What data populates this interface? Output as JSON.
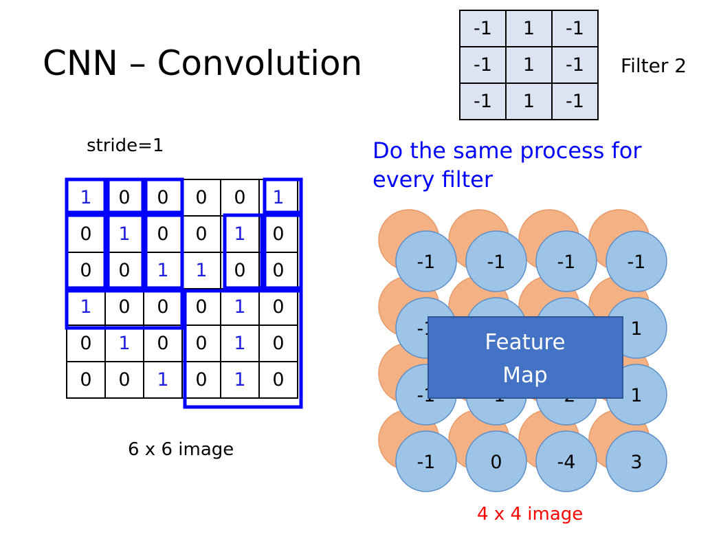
{
  "title": "CNN – Convolution",
  "filter_label": "Filter 2",
  "stride_label": "stride=1",
  "image_label": "6 x 6 image",
  "same_process_text": [
    "Do the same process for",
    "every filter"
  ],
  "feature_map_label": [
    "Feature",
    "Map"
  ],
  "output_label": "4 x 4 image",
  "filter": [
    [
      "-1",
      "1",
      "-1"
    ],
    [
      "-1",
      "1",
      "-1"
    ],
    [
      "-1",
      "1",
      "-1"
    ]
  ],
  "image": [
    [
      "1",
      "0",
      "0",
      "0",
      "0",
      "1"
    ],
    [
      "0",
      "1",
      "0",
      "0",
      "1",
      "0"
    ],
    [
      "0",
      "0",
      "1",
      "1",
      "0",
      "0"
    ],
    [
      "1",
      "0",
      "0",
      "0",
      "1",
      "0"
    ],
    [
      "0",
      "1",
      "0",
      "0",
      "1",
      "0"
    ],
    [
      "0",
      "0",
      "1",
      "0",
      "1",
      "0"
    ]
  ],
  "output_values": [
    [
      "-1",
      "-1",
      "-1",
      "-1"
    ],
    [
      "-1",
      "",
      "",
      "1"
    ],
    [
      "-1",
      "-1",
      "-2",
      "1"
    ],
    [
      "-1",
      "0",
      "-4",
      "3"
    ]
  ],
  "colors": {
    "highlight": "#0000ff",
    "filter_fill": "#dce3f2",
    "blue_circle": "#9dc3e6",
    "orange_circle": "#f4b183",
    "feature_box": "#4472c4",
    "output_label": "#ff0000"
  }
}
